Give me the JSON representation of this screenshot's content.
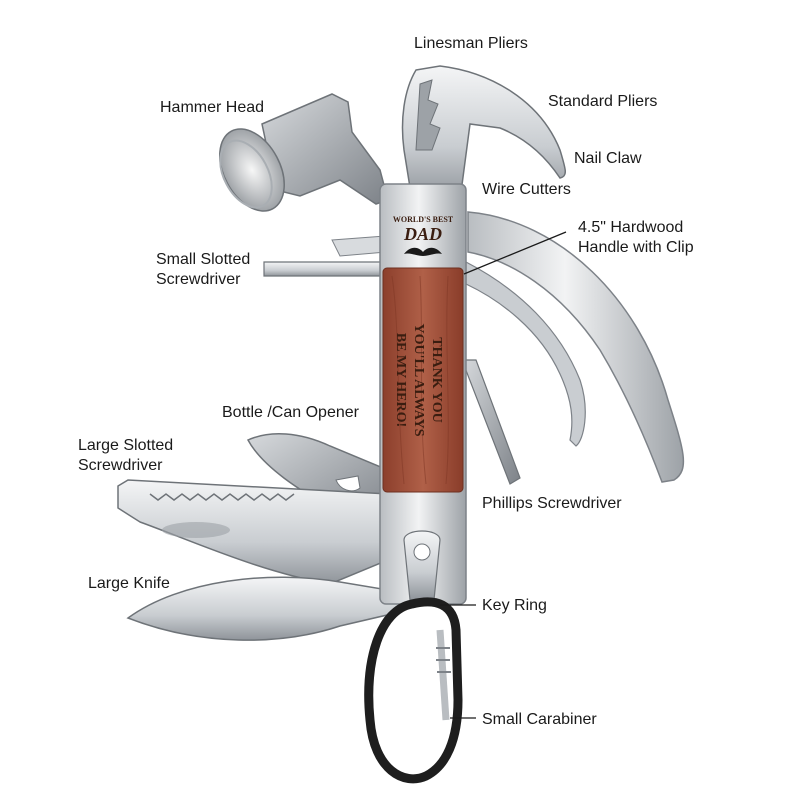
{
  "product": {
    "badge_top": "WORLD'S BEST",
    "badge_main": "DAD",
    "engraving": [
      "THANK YOU",
      "YOU'LL ALWAYS",
      "BE MY HERO!"
    ]
  },
  "labels": {
    "linesman_pliers": "Linesman Pliers",
    "hammer_head": "Hammer Head",
    "standard_pliers": "Standard Pliers",
    "nail_claw": "Nail Claw",
    "wire_cutters": "Wire Cutters",
    "hardwood_line1": "4.5\" Hardwood",
    "hardwood_line2": "Handle with Clip",
    "small_slotted_line1": "Small Slotted",
    "small_slotted_line2": "Screwdriver",
    "bottle_opener": "Bottle /Can Opener",
    "large_slotted_line1": "Large Slotted",
    "large_slotted_line2": "Screwdriver",
    "phillips": "Phillips Screwdriver",
    "large_knife": "Large Knife",
    "key_ring": "Key Ring",
    "small_carabiner": "Small Carabiner"
  },
  "colors": {
    "steel_light": "#eceef0",
    "steel_mid": "#c4c8cc",
    "steel_dark": "#8a8f94",
    "wood": "#a0503a",
    "wood_dark": "#6e3020",
    "carabiner": "#1e1e1e",
    "text": "#1a1a1a"
  }
}
